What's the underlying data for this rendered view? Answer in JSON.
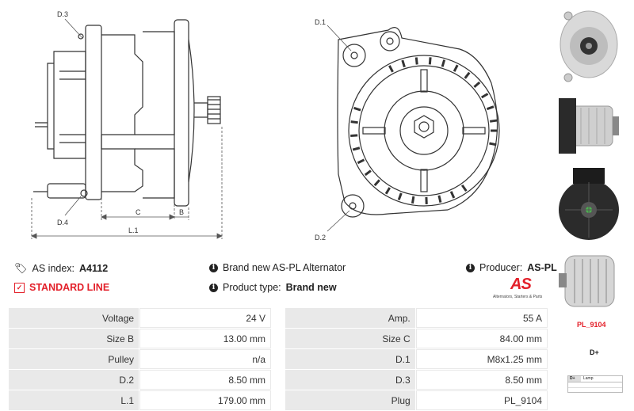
{
  "drawing_labels": {
    "d3": "D.3",
    "d4": "D.4",
    "c": "C",
    "b": "B",
    "l1": "L.1",
    "d1": "D.1",
    "d2": "D.2"
  },
  "info": {
    "as_index_label": "AS index:",
    "as_index_value": "A4112",
    "standard_line": "STANDARD LINE",
    "description": "Brand new AS-PL Alternator",
    "product_type_label": "Product type:",
    "product_type_value": "Brand new",
    "producer_label": "Producer:",
    "producer_value": "AS-PL"
  },
  "logo": {
    "text": "AS",
    "tagline": "Alternators, Starters & Parts",
    "color": "#e3202a"
  },
  "specs": [
    {
      "l1": "Voltage",
      "v1": "24 V",
      "l2": "Amp.",
      "v2": "55 A"
    },
    {
      "l1": "Size B",
      "v1": "13.00 mm",
      "l2": "Size C",
      "v2": "84.00 mm"
    },
    {
      "l1": "Pulley",
      "v1": "n/a",
      "l2": "D.1",
      "v2": "M8x1.25 mm"
    },
    {
      "l1": "D.2",
      "v1": "8.50 mm",
      "l2": "D.3",
      "v2": "8.50 mm"
    },
    {
      "l1": "L.1",
      "v1": "179.00 mm",
      "l2": "Plug",
      "v2": "PL_9104"
    }
  ],
  "sidebar": {
    "plug_code": "PL_9104",
    "terminal": "D+",
    "pin_label": "D+",
    "pin_desc": "Lamp"
  }
}
